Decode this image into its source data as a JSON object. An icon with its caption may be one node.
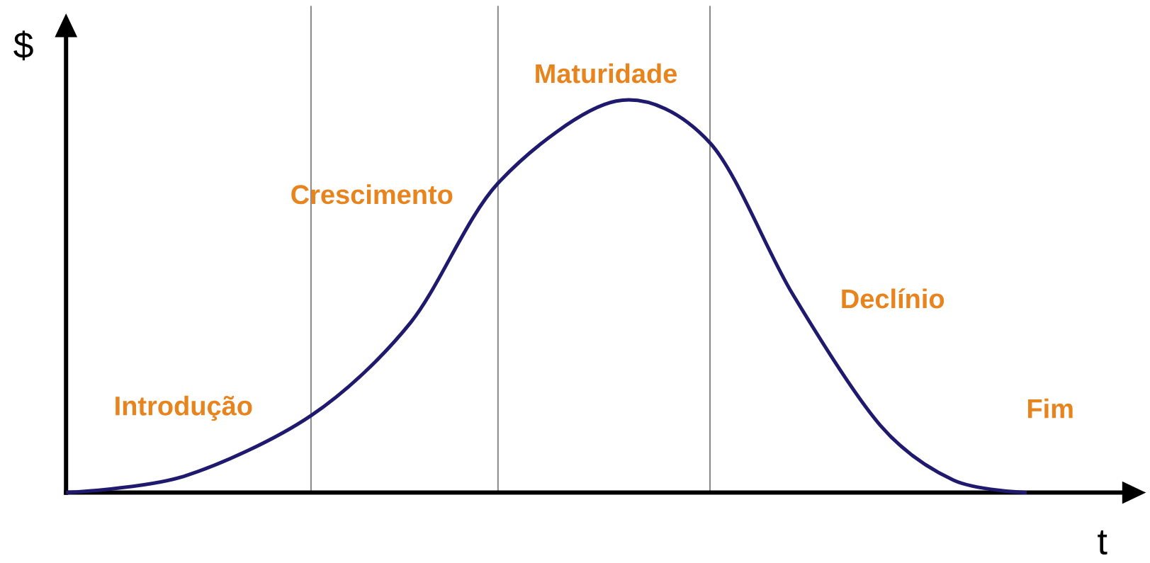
{
  "diagram": {
    "labels": [
      "$",
      "Maturidade",
      "Crescimento",
      "Declínio",
      "Introdução",
      "Fim",
      "t"
    ]
  }
}
